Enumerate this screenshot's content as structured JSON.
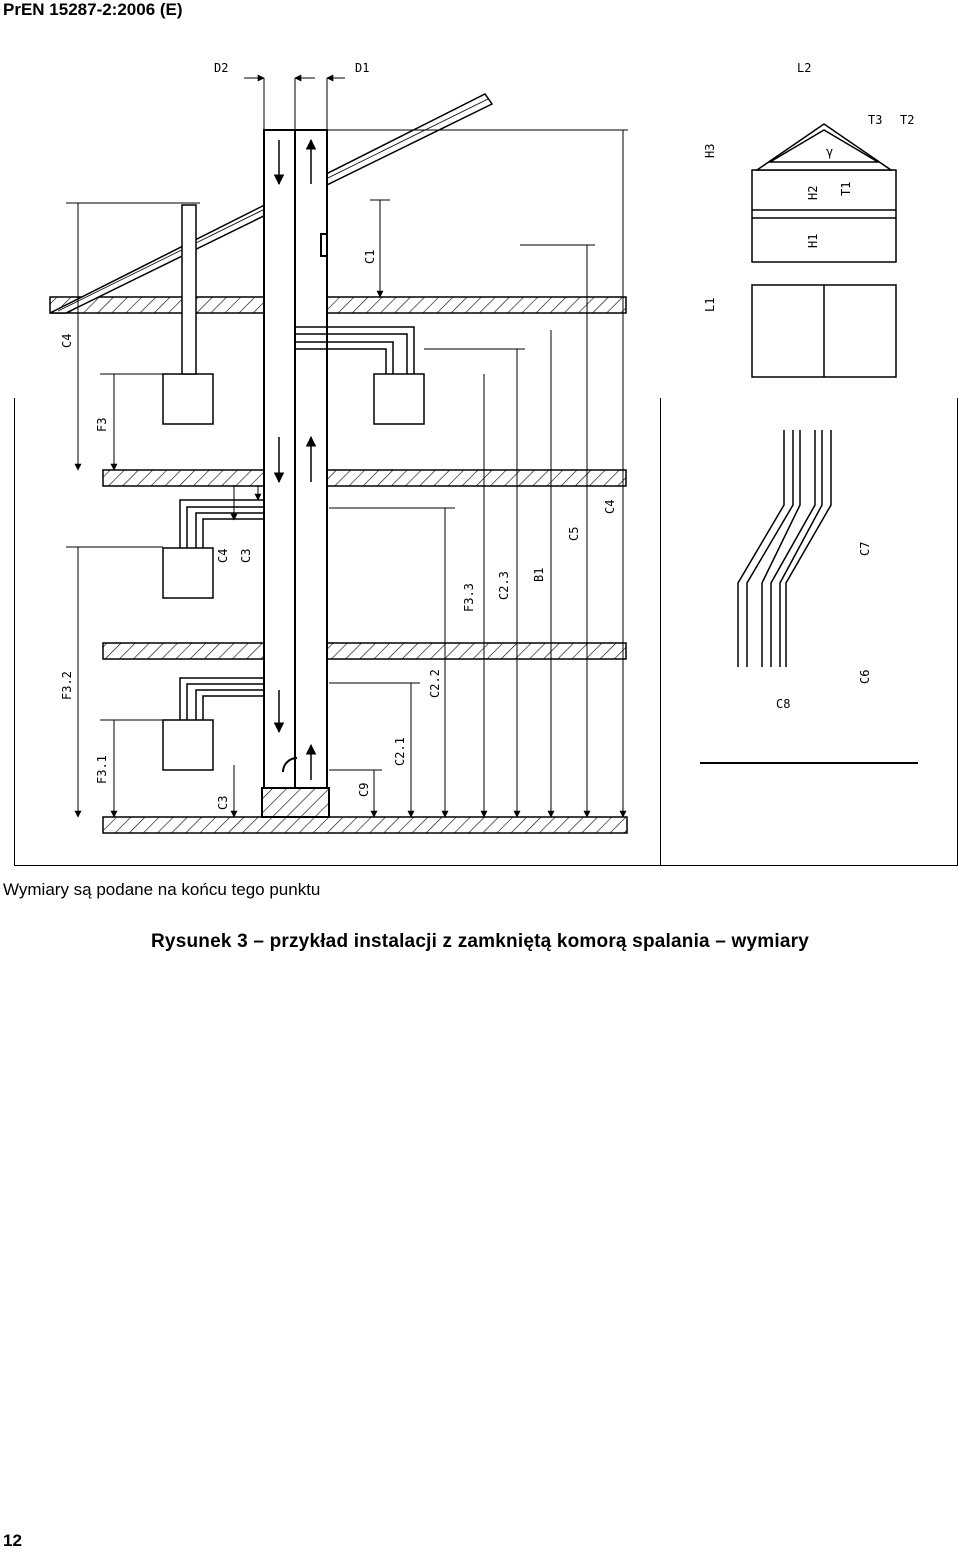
{
  "header": {
    "standard": "PrEN 15287-2:2006 (E)"
  },
  "figure": {
    "labels": {
      "D2": "D2",
      "D1": "D1",
      "L2": "L2",
      "H3": "H3",
      "T3": "T3",
      "T2": "T2",
      "gamma": "γ",
      "H2": "H2",
      "T1": "T1",
      "H1": "H1",
      "L1": "L1",
      "C1": "C1",
      "C4_left": "C4",
      "C4_mid": "C4",
      "C4_right": "C4",
      "F3": "F3",
      "C3_mid": "C3",
      "C3_bottom": "C3",
      "F3_3": "F3.3",
      "C2_3": "C2.3",
      "B1": "B1",
      "C5": "C5",
      "F3_2": "F3.2",
      "C2_2": "C2.2",
      "C2_1": "C2.1",
      "C9": "C9",
      "F3_1": "F3.1",
      "C7": "C7",
      "C6": "C6",
      "C8": "C8"
    }
  },
  "note": "Wymiary są podane na końcu tego punktu",
  "caption": "Rysunek 3 – przykład instalacji z zamkniętą komorą spalania – wymiary",
  "page_number": "12"
}
